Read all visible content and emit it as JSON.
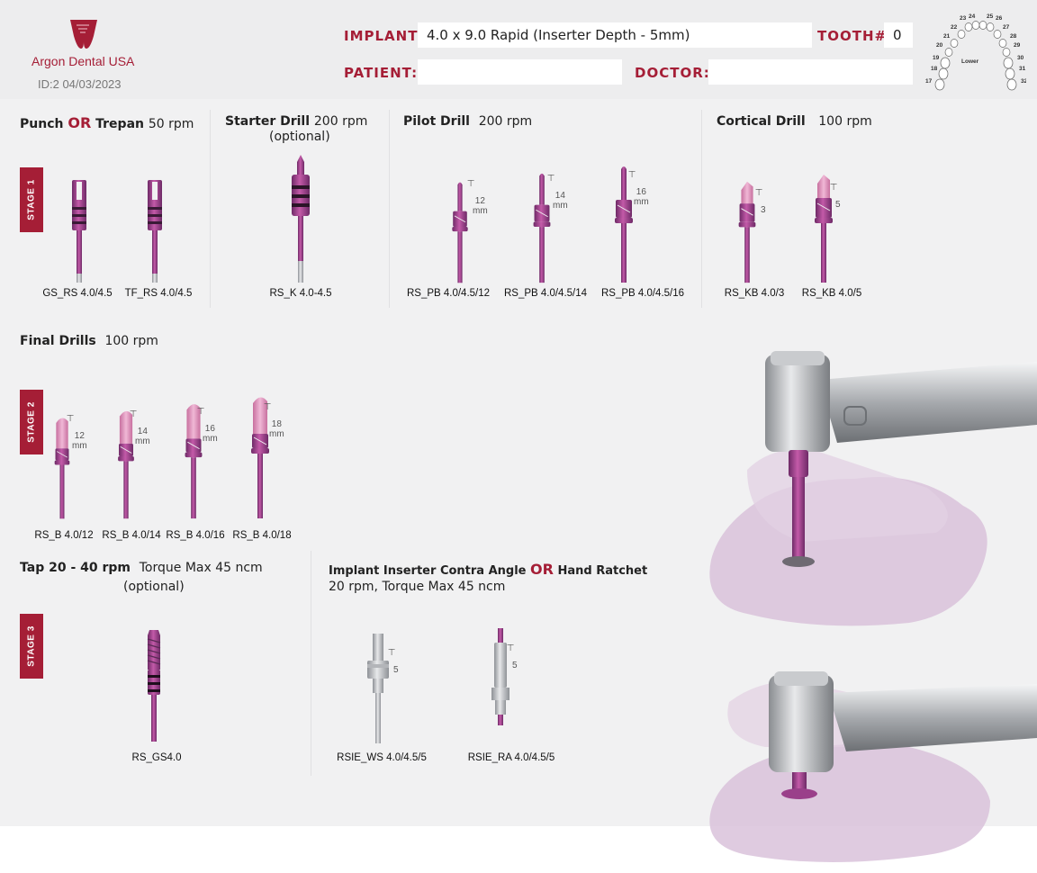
{
  "brand": {
    "name": "Argon Dental USA",
    "id_line": "ID:2 04/03/2023"
  },
  "form": {
    "implant_label": "IMPLANT:",
    "implant_value": "4.0 x 9.0 Rapid (Inserter Depth - 5mm)",
    "tooth_label": "TOOTH#",
    "tooth_value": "0",
    "patient_label": "PATIENT:",
    "patient_value": "",
    "doctor_label": "DOCTOR:",
    "doctor_value": ""
  },
  "tooth_chart": {
    "arch_label": "Lower",
    "numbers": [
      "17",
      "18",
      "19",
      "20",
      "21",
      "22",
      "23",
      "24",
      "25",
      "26",
      "27",
      "28",
      "29",
      "30",
      "31",
      "32"
    ]
  },
  "stage1": {
    "label": "STAGE 1",
    "punch": {
      "title_a": "Punch",
      "or": "OR",
      "title_b": "Trepan",
      "rpm": "50 rpm",
      "tools": [
        "GS_RS 4.0/4.5",
        "TF_RS 4.0/4.5"
      ]
    },
    "starter": {
      "title": "Starter Drill",
      "rpm": "200 rpm",
      "note": "(optional)",
      "tools": [
        "RS_K 4.0-4.5"
      ]
    },
    "pilot": {
      "title": "Pilot Drill",
      "rpm": "200 rpm",
      "tools": [
        "RS_PB 4.0/4.5/12",
        "RS_PB 4.0/4.5/14",
        "RS_PB 4.0/4.5/16"
      ],
      "depths": [
        "12",
        "14",
        "16"
      ],
      "unit": "mm"
    },
    "cortical": {
      "title": "Cortical Drill",
      "rpm": "100 rpm",
      "tools": [
        "RS_KB 4.0/3",
        "RS_KB 4.0/5"
      ],
      "depths": [
        "3",
        "5"
      ]
    }
  },
  "stage2": {
    "label": "STAGE 2",
    "final": {
      "title": "Final Drills",
      "rpm": "100 rpm",
      "tools": [
        "RS_B 4.0/12",
        "RS_B 4.0/14",
        "RS_B 4.0/16",
        "RS_B 4.0/18"
      ],
      "depths": [
        "12",
        "14",
        "16",
        "18"
      ],
      "unit": "mm"
    }
  },
  "stage3": {
    "label": "STAGE 3",
    "tap": {
      "title": "Tap 20 - 40 rpm",
      "torque": "Torque Max 45 ncm",
      "note": "(optional)",
      "tools": [
        "RS_GS4.0"
      ]
    },
    "inserter": {
      "title_a": "Implant Inserter Contra Angle",
      "or": "OR",
      "title_b": "Hand Ratchet",
      "sub": "20 rpm,  Torque Max 45 ncm",
      "tools": [
        "RSIE_WS 4.0/4.5/5",
        "RSIE_RA 4.0/4.5/5"
      ],
      "depths": [
        "5",
        "5"
      ]
    }
  },
  "colors": {
    "brand_red": "#a51e36",
    "drill_pink": "#b9509f",
    "drill_dark": "#5a2a55"
  }
}
